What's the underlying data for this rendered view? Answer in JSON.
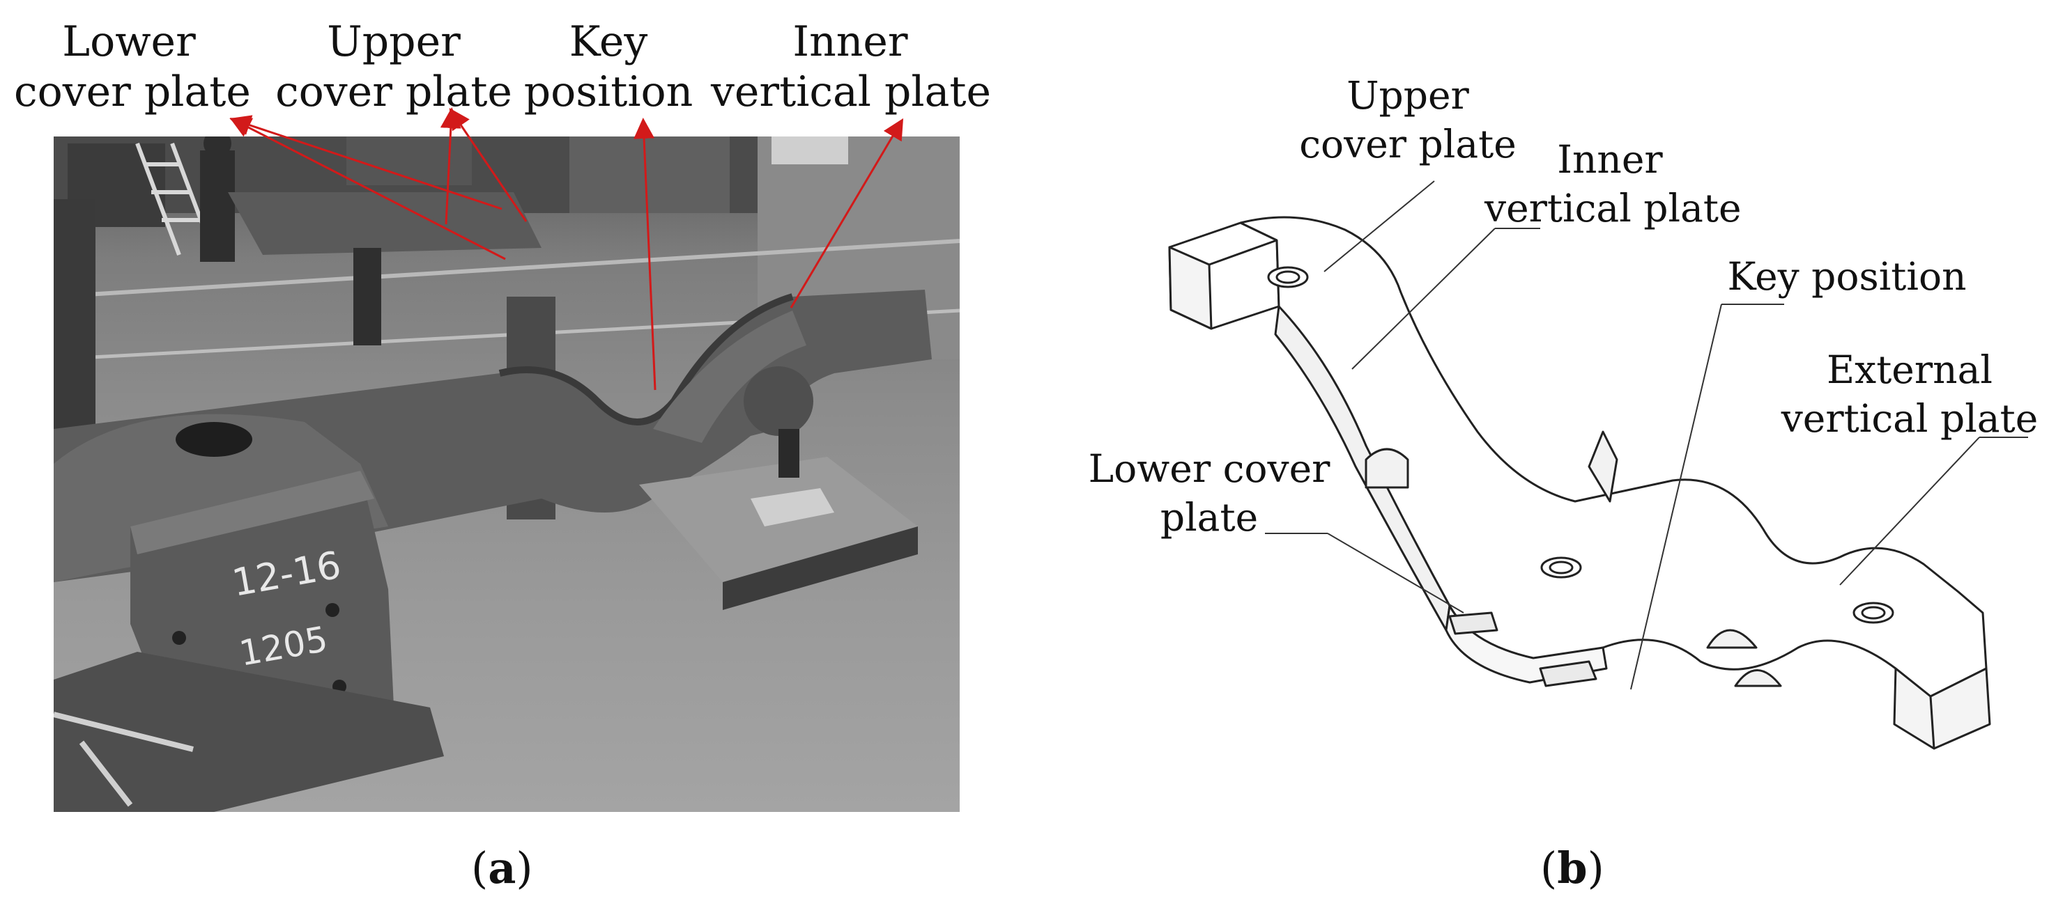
{
  "panel_a": {
    "labels": {
      "lower_cover_1": "Lower",
      "lower_cover_2": "cover plate",
      "upper_cover_1": "Upper",
      "upper_cover_2": "cover plate",
      "key_pos_1": "Key",
      "key_pos_2": "position",
      "inner_vert_1": "Inner",
      "inner_vert_2": "vertical plate"
    },
    "photo_markings": {
      "mark_top": "12-16",
      "mark_bottom": "1205"
    },
    "caption_open": "(",
    "caption_letter": "a",
    "caption_close": ")",
    "arrow_color": "#d21a1a"
  },
  "panel_b": {
    "labels": {
      "upper_cover_1": "Upper",
      "upper_cover_2": "cover plate",
      "inner_vert_1": "Inner",
      "inner_vert_2": "vertical plate",
      "key_pos": "Key position",
      "external_1": "External",
      "external_2": "vertical plate",
      "lower_cover_1": "Lower cover",
      "lower_cover_2": "plate"
    },
    "caption_open": "(",
    "caption_letter": "b",
    "caption_close": ")"
  }
}
